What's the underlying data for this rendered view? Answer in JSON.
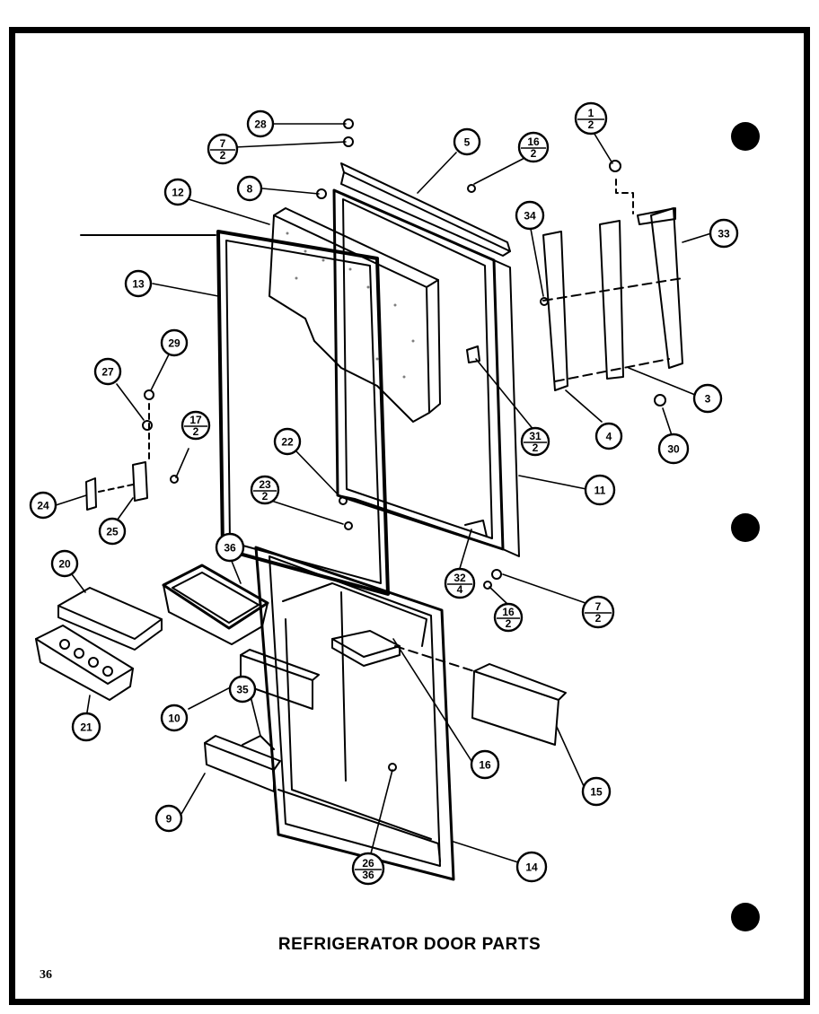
{
  "title": "REFRIGERATOR DOOR PARTS",
  "page_number": "36",
  "callouts": [
    {
      "id": "c28a",
      "top": "28"
    },
    {
      "id": "c7-2a",
      "top": "7",
      "bottom": "2"
    },
    {
      "id": "c8",
      "top": "8"
    },
    {
      "id": "c5",
      "top": "5"
    },
    {
      "id": "c16-2a",
      "top": "16",
      "bottom": "2"
    },
    {
      "id": "c1-2",
      "top": "1",
      "bottom": "2"
    },
    {
      "id": "c12",
      "top": "12"
    },
    {
      "id": "c34",
      "top": "34"
    },
    {
      "id": "c33",
      "top": "33"
    },
    {
      "id": "c13",
      "top": "13"
    },
    {
      "id": "c29",
      "top": "29"
    },
    {
      "id": "c27",
      "top": "27"
    },
    {
      "id": "c3",
      "top": "3"
    },
    {
      "id": "c31-2",
      "top": "31",
      "bottom": "2"
    },
    {
      "id": "c4",
      "top": "4"
    },
    {
      "id": "c30",
      "top": "30"
    },
    {
      "id": "c17-2",
      "top": "17",
      "bottom": "2"
    },
    {
      "id": "c22",
      "top": "22"
    },
    {
      "id": "c11",
      "top": "11"
    },
    {
      "id": "c23-2",
      "top": "23",
      "bottom": "2"
    },
    {
      "id": "c24",
      "top": "24"
    },
    {
      "id": "c25",
      "top": "25"
    },
    {
      "id": "c36",
      "top": "36"
    },
    {
      "id": "c20",
      "top": "20"
    },
    {
      "id": "c32-4",
      "top": "32",
      "bottom": "4"
    },
    {
      "id": "c16-2b",
      "top": "16",
      "bottom": "2"
    },
    {
      "id": "c7-2b",
      "top": "7",
      "bottom": "2"
    },
    {
      "id": "c10",
      "top": "10"
    },
    {
      "id": "c21",
      "top": "21"
    },
    {
      "id": "c35",
      "top": "35"
    },
    {
      "id": "c16",
      "top": "16"
    },
    {
      "id": "c15",
      "top": "15"
    },
    {
      "id": "c9",
      "top": "9"
    },
    {
      "id": "c14",
      "top": "14"
    },
    {
      "id": "c26-36",
      "top": "26",
      "bottom": "36"
    }
  ]
}
